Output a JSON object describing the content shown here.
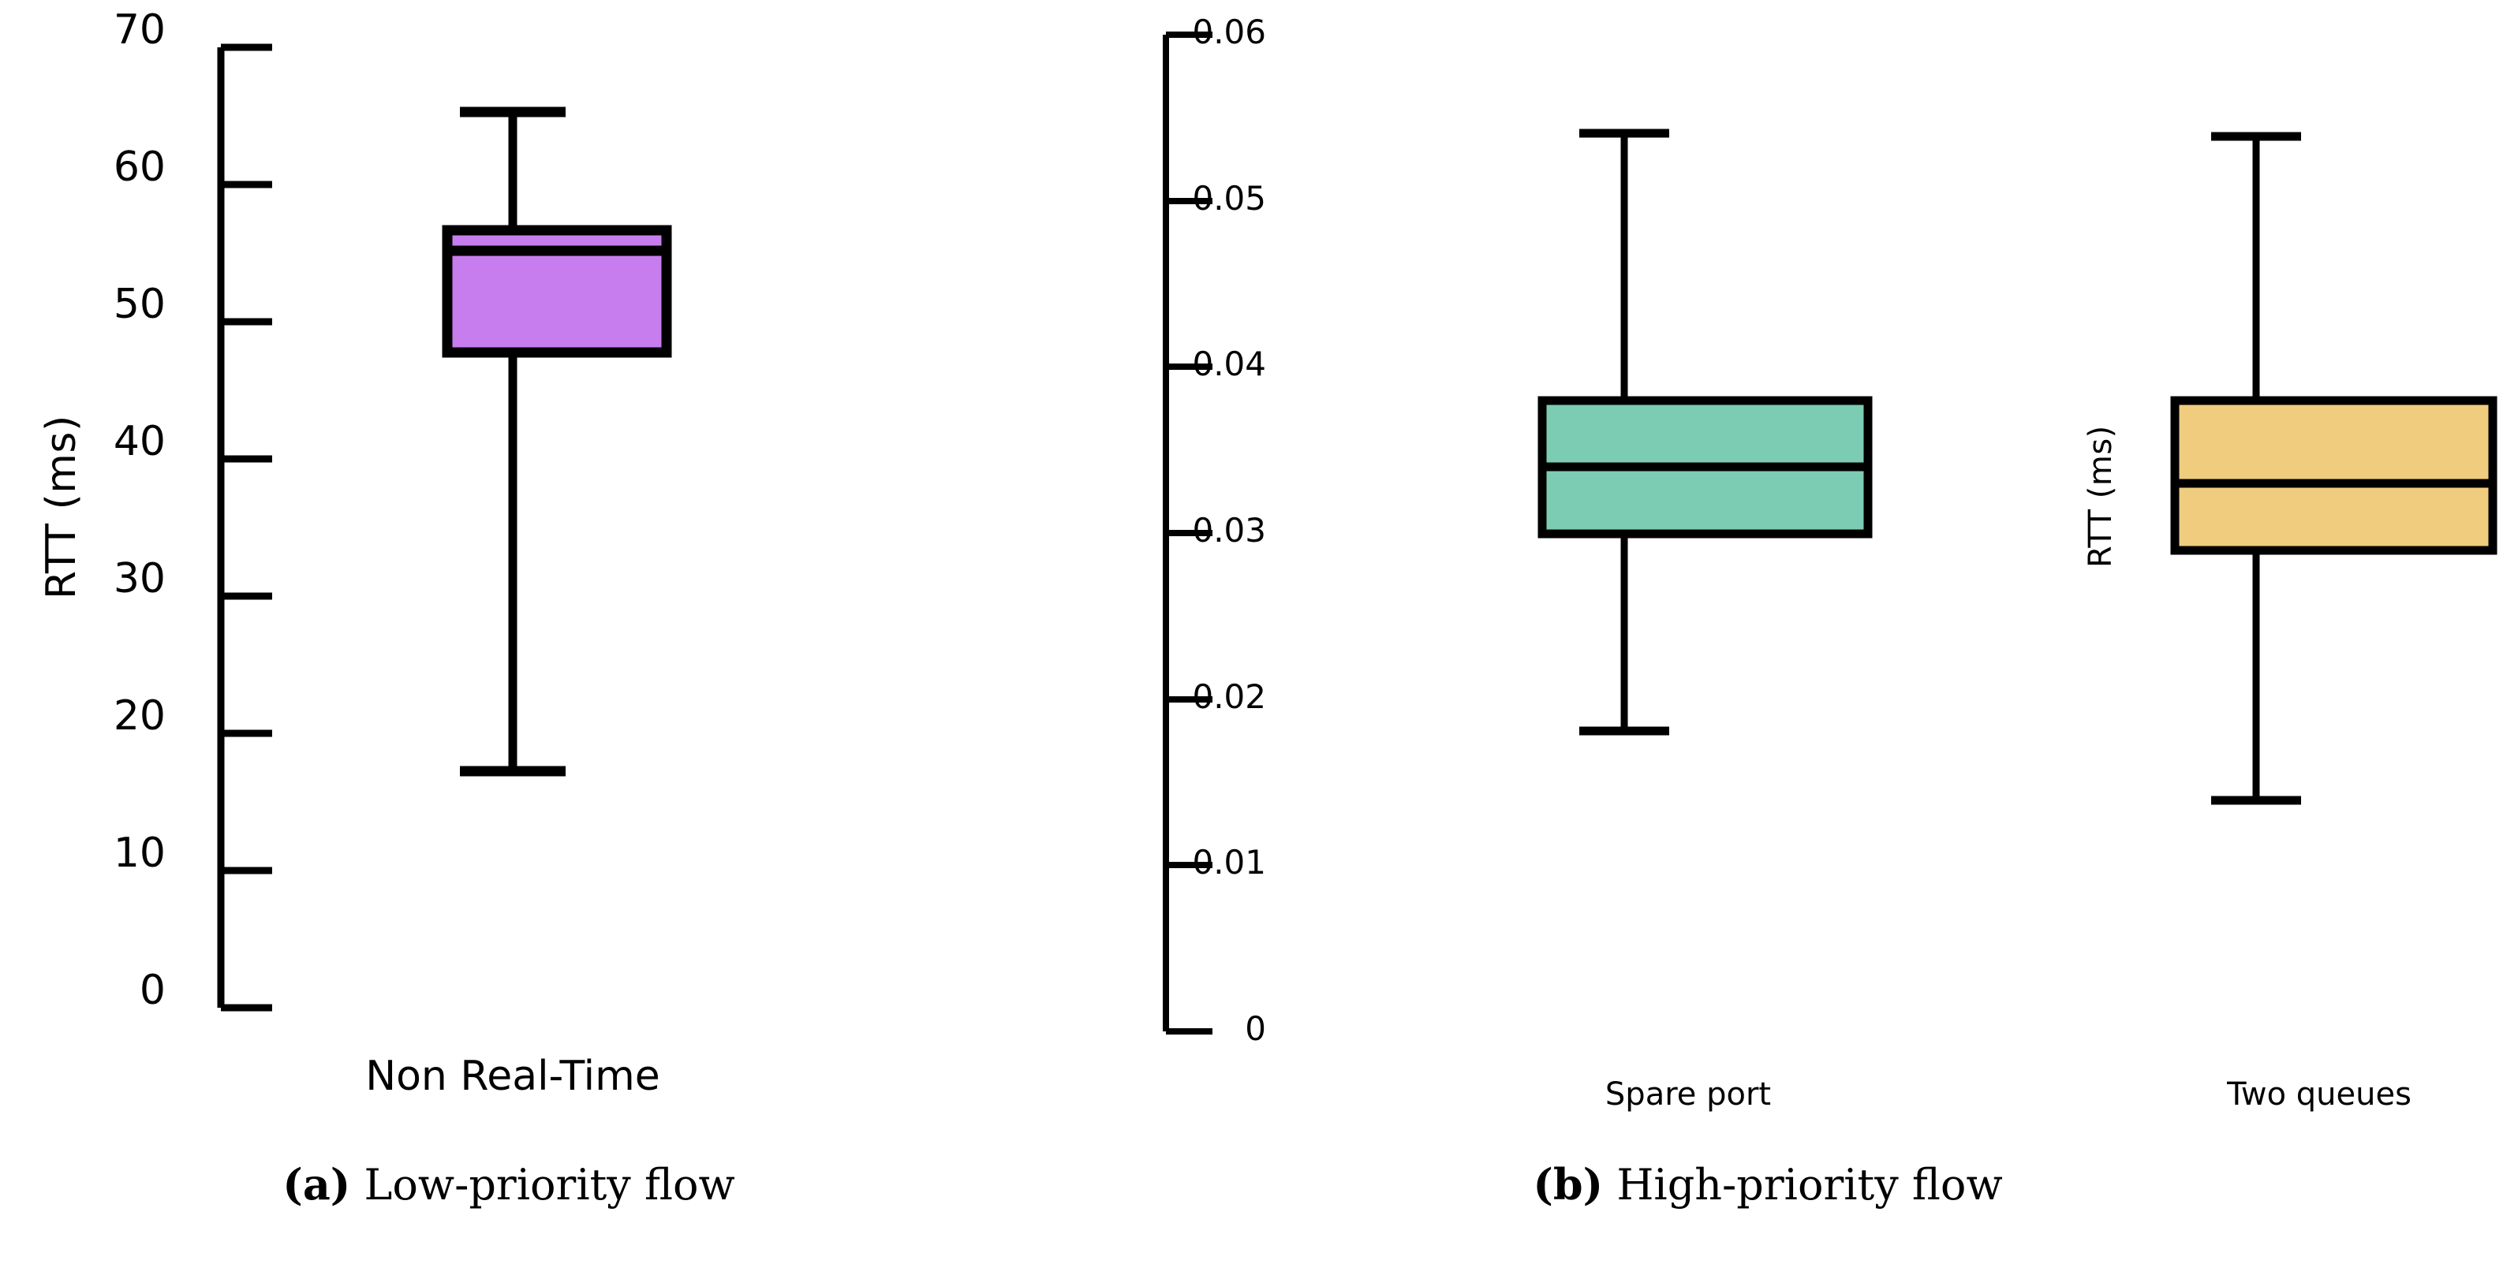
{
  "figure": {
    "background": "#ffffff",
    "panels": [
      {
        "id": "a",
        "caption_marker": "(a)",
        "caption_text": " Low-priority flow"
      },
      {
        "id": "b",
        "caption_marker": "(b)",
        "caption_text": " High-priority flow"
      }
    ]
  },
  "chart_data": [
    {
      "type": "box",
      "panel": "a",
      "title": "",
      "subtitle": "",
      "xlabel": "",
      "ylabel": "RTT (ms)",
      "ylim": [
        0,
        70
      ],
      "yticks": [
        0,
        10,
        20,
        30,
        40,
        50,
        60,
        70
      ],
      "ytick_labels": [
        "0",
        "10",
        "20",
        "30",
        "40",
        "50",
        "60",
        "70"
      ],
      "grid": false,
      "legend": "none",
      "categories": [
        "Non Real-Time"
      ],
      "boxes": [
        {
          "label": "Non Real-Time",
          "color": "#C77DEE",
          "edge_color": "#000000",
          "whisker_low": 17.2,
          "q1": 46.5,
          "median": 55.0,
          "q3": 56.0,
          "whisker_high": 65.5
        }
      ]
    },
    {
      "type": "box",
      "panel": "b",
      "title": "",
      "subtitle": "",
      "xlabel": "",
      "ylabel": "RTT (ms)",
      "ylim": [
        0,
        0.06
      ],
      "yticks": [
        0,
        0.01,
        0.02,
        0.03,
        0.04,
        0.05,
        0.06
      ],
      "ytick_labels": [
        "0",
        "0.01",
        "0.02",
        "0.03",
        "0.04",
        "0.05",
        "0.06"
      ],
      "grid": false,
      "legend": "none",
      "categories": [
        "Spare port",
        "Two queues"
      ],
      "boxes": [
        {
          "label": "Spare port",
          "color": "#7CCCB3",
          "edge_color": "#000000",
          "whisker_low": 0.015,
          "q1": 0.03,
          "median": 0.034,
          "q3": 0.038,
          "whisker_high": 0.054
        },
        {
          "label": "Two queues",
          "color": "#F0CC7E",
          "edge_color": "#000000",
          "whisker_low": 0.014,
          "q1": 0.029,
          "median": 0.033,
          "q3": 0.038,
          "whisker_high": 0.053
        }
      ]
    }
  ],
  "panel_a": {
    "ylabel": "RTT (ms)",
    "ytick_labels": [
      "70",
      "60",
      "50",
      "40",
      "30",
      "20",
      "10",
      "0"
    ],
    "category_label": "Non Real-Time"
  },
  "panel_b": {
    "ylabel": "RTT (ms)",
    "ytick_labels": [
      "0.06",
      "0.05",
      "0.04",
      "0.03",
      "0.02",
      "0.01",
      "0"
    ],
    "category_labels": [
      "Spare port",
      "Two queues"
    ]
  },
  "captions": {
    "a_marker": "(a)",
    "a_text": " Low-priority flow",
    "b_marker": "(b)",
    "b_text": " High-priority flow"
  }
}
